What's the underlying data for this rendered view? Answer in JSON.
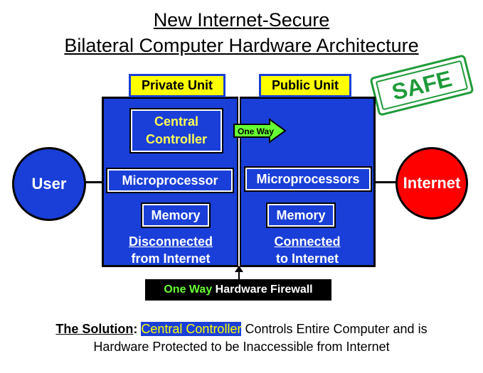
{
  "title_line1": "New Internet-Secure",
  "title_line2": "Bilateral Computer Hardware Architecture",
  "stamp": "SAFE",
  "private_unit": {
    "label": "Private Unit",
    "controller_line1": "Central",
    "controller_line2": "Controller",
    "microprocessor": "Microprocessor",
    "memory": "Memory",
    "status_line1": "Disconnected",
    "status_line2": "from Internet"
  },
  "public_unit": {
    "label": "Public Unit",
    "microprocessors": "Microprocessors",
    "memory": "Memory",
    "status_line1": "Connected",
    "status_line2": "to Internet"
  },
  "arrow_label": "One Way",
  "user": "User",
  "internet": "Internet",
  "firewall": {
    "prefix": "One Way",
    "rest": " Hardware Firewall"
  },
  "solution": {
    "lead": "The Solution",
    "colon": ": ",
    "highlight": "Central Controller",
    "rest_line1": " Controls Entire Computer and is",
    "line2": "Hardware Protected to be Inaccessible from Internet"
  },
  "colors": {
    "unit_blue": "#1a3fd8",
    "label_yellow": "#ffff00",
    "internet_red": "#ff0000",
    "stamp_green": "#1f9b3a",
    "arrow_green": "#66ff33"
  }
}
